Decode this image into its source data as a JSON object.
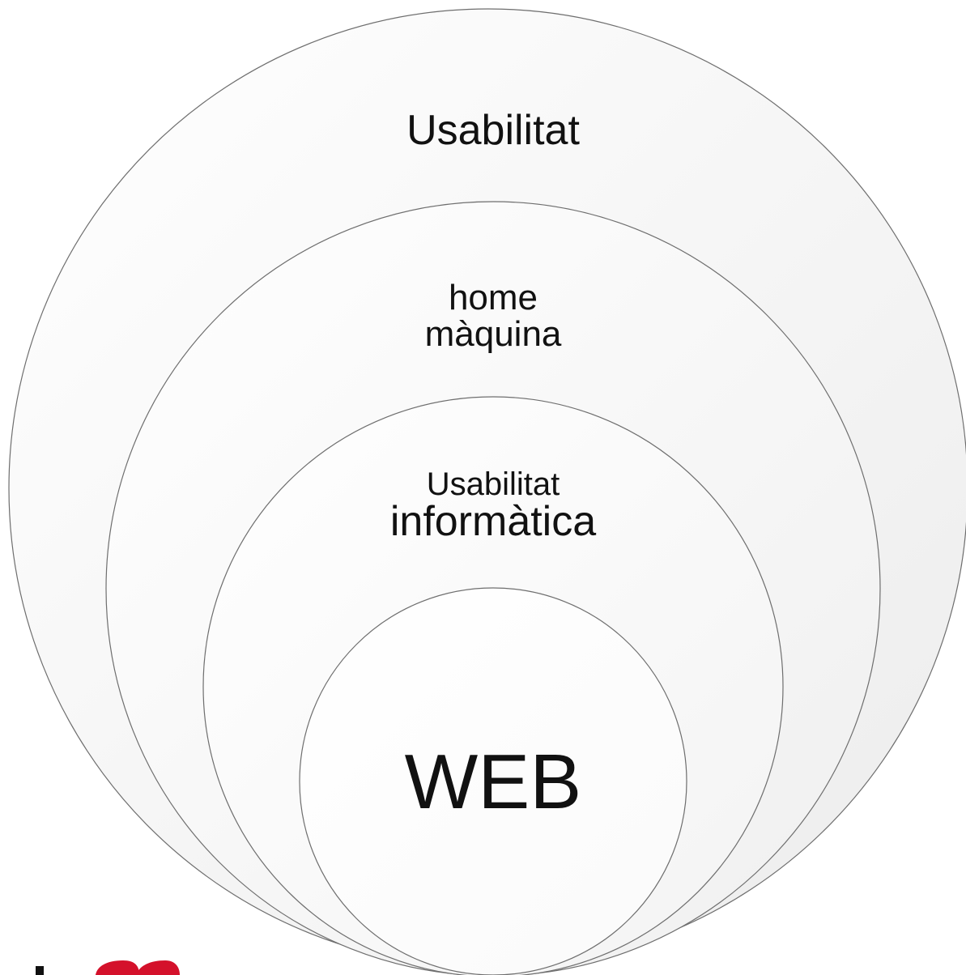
{
  "diagram": {
    "type": "nested-circles",
    "levels": [
      {
        "id": "usability",
        "lines": [
          "Usabilitat"
        ]
      },
      {
        "id": "hci",
        "lines": [
          "home",
          "màquina"
        ]
      },
      {
        "id": "computer-usability",
        "lines": [
          "Usabilitat",
          "informàtica"
        ]
      },
      {
        "id": "web",
        "lines": [
          "WEB"
        ]
      }
    ]
  },
  "colors": {
    "ring_fill_outer": "#f2f2f2",
    "ring_fill_inner": "#ffffff",
    "ring_stroke": "#6e6e6e",
    "text": "#111111",
    "logo_red": "#d4112b"
  },
  "logo": {
    "text": ""
  }
}
